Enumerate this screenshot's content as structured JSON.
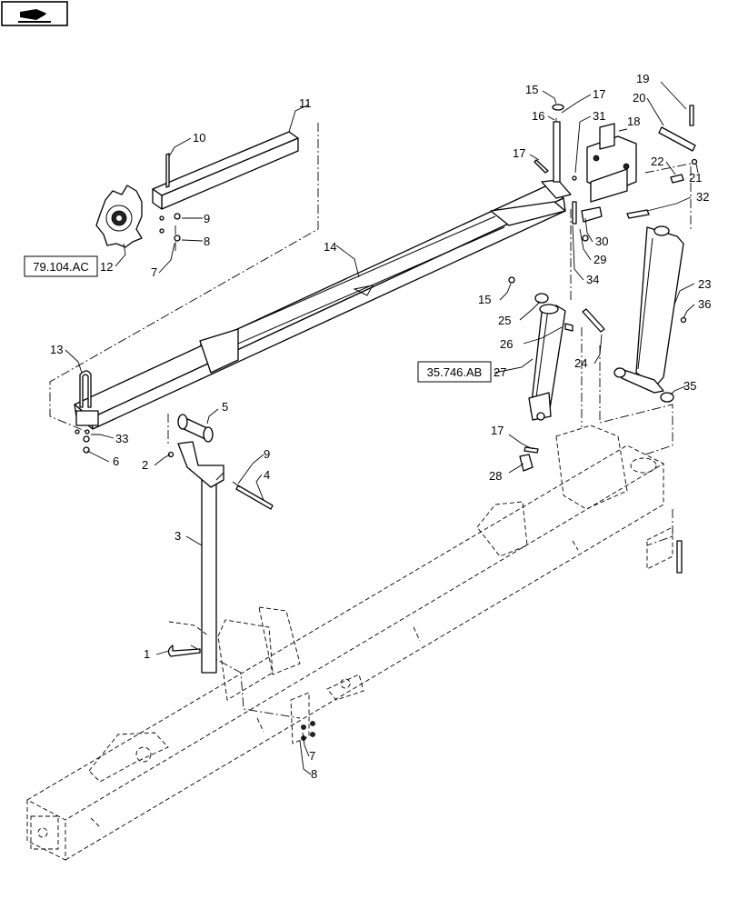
{
  "nav_icon": "page-navigation-icon",
  "reference_boxes": [
    {
      "id": "ref-79-104-ac",
      "label": "79.104.AC"
    },
    {
      "id": "ref-35-746-ab",
      "label": "35.746.AB"
    }
  ],
  "callouts": {
    "c1": "1",
    "c2": "2",
    "c3": "3",
    "c4": "4",
    "c5": "5",
    "c6": "6",
    "c7a": "7",
    "c7b": "7",
    "c8a": "8",
    "c8b": "8",
    "c9a": "9",
    "c9b": "9",
    "c10": "10",
    "c11": "11",
    "c12": "12",
    "c13": "13",
    "c14": "14",
    "c15a": "15",
    "c15b": "15",
    "c16": "16",
    "c17a": "17",
    "c17b": "17",
    "c17c": "17",
    "c18": "18",
    "c19": "19",
    "c20": "20",
    "c21": "21",
    "c22": "22",
    "c23": "23",
    "c24": "24",
    "c25": "25",
    "c26": "26",
    "c27": "27",
    "c28": "28",
    "c29": "29",
    "c30": "30",
    "c31": "31",
    "c32": "32",
    "c33": "33",
    "c34": "34",
    "c35": "35",
    "c36": "36"
  }
}
